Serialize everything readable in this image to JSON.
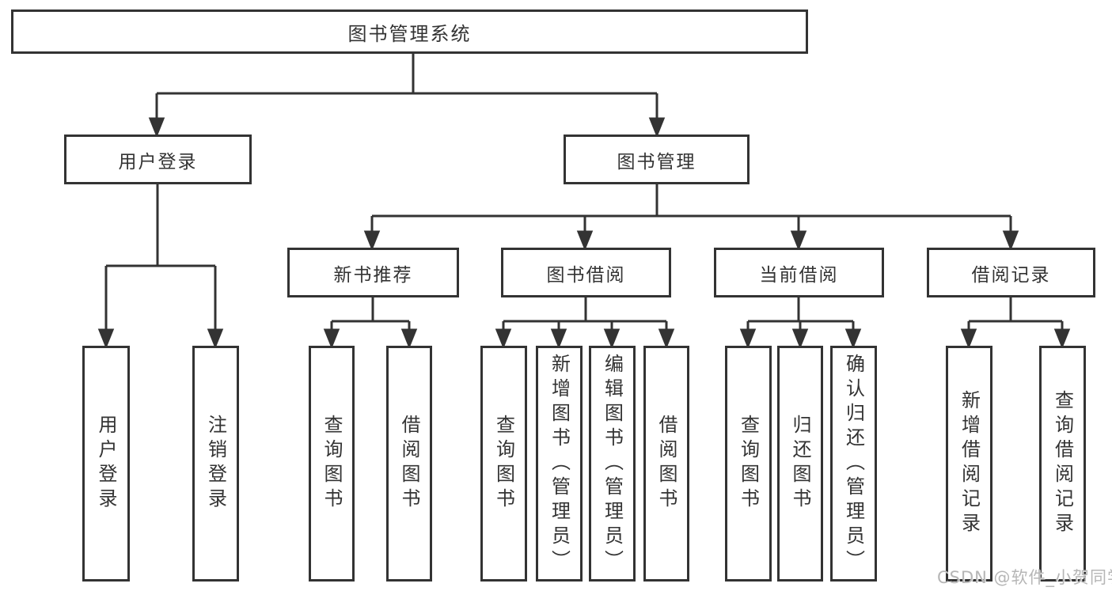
{
  "diagram_title": "图书管理系统",
  "tree": {
    "label": "图书管理系统",
    "children": [
      {
        "label": "用户登录",
        "children": [
          {
            "label": "用户登录"
          },
          {
            "label": "注销登录"
          }
        ]
      },
      {
        "label": "图书管理",
        "children": [
          {
            "label": "新书推荐",
            "children": [
              {
                "label": "查询图书"
              },
              {
                "label": "借阅图书"
              }
            ]
          },
          {
            "label": "图书借阅",
            "children": [
              {
                "label": "查询图书"
              },
              {
                "label": "新增图书（管理员）"
              },
              {
                "label": "编辑图书（管理员）"
              },
              {
                "label": "借阅图书"
              }
            ]
          },
          {
            "label": "当前借阅",
            "children": [
              {
                "label": "查询图书"
              },
              {
                "label": "归还图书"
              },
              {
                "label": "确认归还（管理员）"
              }
            ]
          },
          {
            "label": "借阅记录",
            "children": [
              {
                "label": "新增借阅记录"
              },
              {
                "label": "查询借阅记录"
              }
            ]
          }
        ]
      }
    ]
  },
  "watermark": {
    "text": "CSDN @软件_小贺同学"
  },
  "colors": {
    "line": "#333333",
    "box_border": "#333333",
    "text": "#333333",
    "watermark": "#b6b6b6",
    "background": "#ffffff"
  }
}
